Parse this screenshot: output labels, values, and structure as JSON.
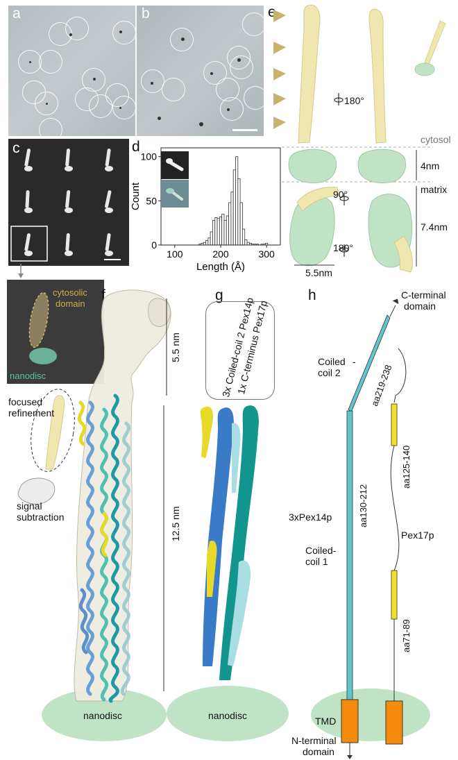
{
  "panels": {
    "a": "a",
    "b": "b",
    "c": "c",
    "d": "d",
    "e": "e",
    "f": "f",
    "g": "g",
    "h": "h"
  },
  "panel_c": {
    "cytosolic": "cytosolic",
    "domain": "domain",
    "nanodisc": "nanodisc"
  },
  "chart_data": {
    "type": "bar",
    "xlabel": "Length (Å)",
    "ylabel": "Count",
    "xticks": [
      100,
      200,
      300
    ],
    "yticks": [
      0,
      50,
      100
    ],
    "xlim": [
      70,
      330
    ],
    "ylim": [
      0,
      110
    ],
    "bin_width": 5,
    "x": [
      155,
      160,
      165,
      170,
      175,
      180,
      185,
      190,
      195,
      200,
      205,
      210,
      215,
      220,
      225,
      230,
      235,
      240,
      245,
      250,
      255,
      260,
      265,
      270,
      275,
      280,
      285,
      290,
      295,
      300
    ],
    "values": [
      1,
      2,
      3,
      5,
      8,
      15,
      28,
      31,
      30,
      32,
      35,
      28,
      33,
      48,
      60,
      85,
      100,
      75,
      48,
      18,
      6,
      3,
      2,
      1,
      1,
      1,
      0,
      1,
      1,
      2
    ]
  },
  "panel_e": {
    "rot1": "180°",
    "cytosol": "cytosol",
    "nm4": "4nm",
    "matrix": "matrix",
    "rot2": "90°",
    "rot3": "180°",
    "nm74": "7.4nm",
    "nm55": "5.5nm"
  },
  "panel_f": {
    "focused": "focused",
    "refinement": "refinement",
    "signal": "signal",
    "subtraction": "subtraction",
    "dim1": "5.5 nm",
    "dim2": "12.5 nm",
    "nanodisc": "nanodisc"
  },
  "panel_g": {
    "line1": "3x Coiled-coil 2 Pex14p",
    "line2": "1x C-terminus Pex17p",
    "nanodisc": "nanodisc"
  },
  "panel_h": {
    "cterm1": "C-terminal",
    "cterm2": "domain",
    "cc2a": "Coiled",
    "cc2b": "-",
    "cc2c": "coil 2",
    "aa219": "aa219-238",
    "aa130": "aa130-212",
    "aa125": "aa125-140",
    "aa71": "aa71-89",
    "pex14": "3xPex14p",
    "cc1a": "Coiled-",
    "cc1b": "coil 1",
    "pex17": "Pex17p",
    "tmd": "TMD",
    "nterm1": "N-terminal",
    "nterm2": "domain"
  },
  "colors": {
    "tube": "#efe6b0",
    "nanodisc": "#bfe3c4",
    "teal": "#5fc6cf",
    "yellow": "#f3e12a",
    "orange": "#f48b0c"
  }
}
